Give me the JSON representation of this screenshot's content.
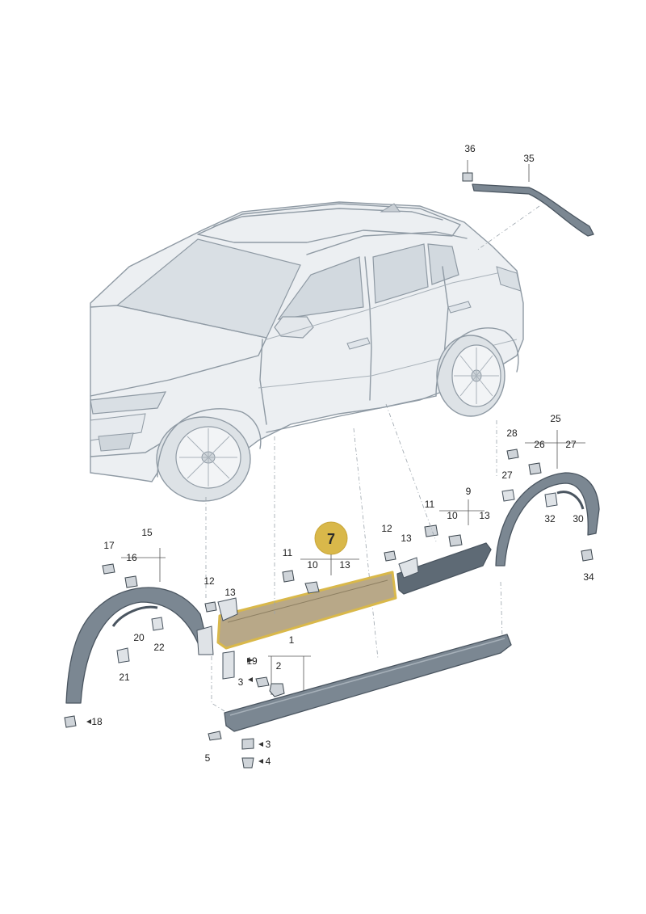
{
  "highlight": {
    "label": "7",
    "color": "#d9b84a"
  },
  "labels": [
    "1",
    "2",
    "3",
    "3",
    "4",
    "5",
    "9",
    "10",
    "10",
    "11",
    "11",
    "12",
    "12",
    "13",
    "13",
    "13",
    "13",
    "15",
    "16",
    "17",
    "18",
    "19",
    "20",
    "21",
    "22",
    "25",
    "26",
    "27",
    "27",
    "28",
    "30",
    "32",
    "34",
    "35",
    "36"
  ],
  "colors": {
    "car_fill": "#eceff2",
    "car_outline": "#8f9aa4",
    "part_fill": "#7b8792",
    "part_dark": "#4a5560",
    "highlight_fill": "#b8a888"
  }
}
